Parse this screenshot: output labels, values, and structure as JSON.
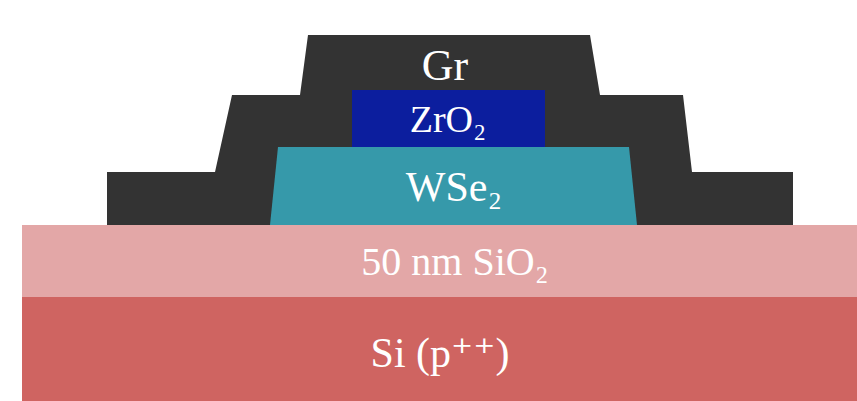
{
  "diagram": {
    "nodes": [
      {
        "text": [
          "Gr"
        ]
      },
      {
        "text": [
          "ZrO₂"
        ]
      },
      {
        "text": [
          "WSe₂"
        ]
      },
      {
        "text": [
          "50 nm SiO₂"
        ]
      },
      {
        "text": [
          "Si (p⁺⁺)"
        ]
      }
    ]
  }
}
